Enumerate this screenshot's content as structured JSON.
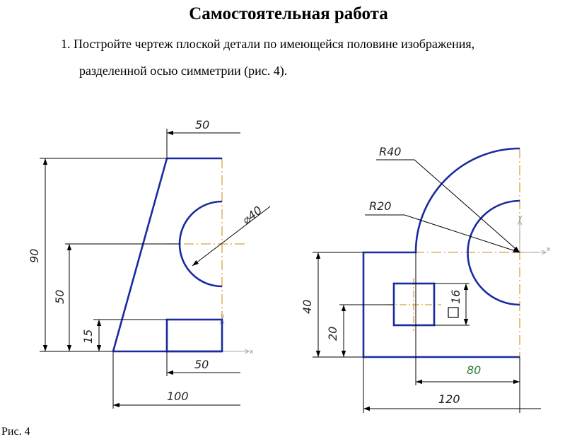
{
  "header": {
    "title": "Самостоятельная работа",
    "task_line1": "1. Постройте чертеж плоской детали по имеющейся половине изображения,",
    "task_line2": "разделенной осью симметрии (рис. 4)."
  },
  "figure": {
    "caption": "Рис. 4",
    "colors": {
      "contour": "#1a2aa0",
      "axis": "#d8a040",
      "dimension": "#000000",
      "green_dim": "#2e7d32"
    },
    "left_drawing": {
      "dim_top": "50",
      "dim_diameter": "⌀40",
      "dim_height": "90",
      "dim_center": "50",
      "dim_slot": "15",
      "dim_bottom_inner": "50",
      "dim_bottom_total": "100",
      "axis_x": "x",
      "axis_y": "y"
    },
    "right_drawing": {
      "dim_r_outer": "R40",
      "dim_r_inner": "R20",
      "dim_height": "40",
      "dim_square_center": "20",
      "dim_square": "16",
      "dim_step": "80",
      "dim_total": "120",
      "axis_x": "x",
      "axis_y": "y"
    }
  }
}
